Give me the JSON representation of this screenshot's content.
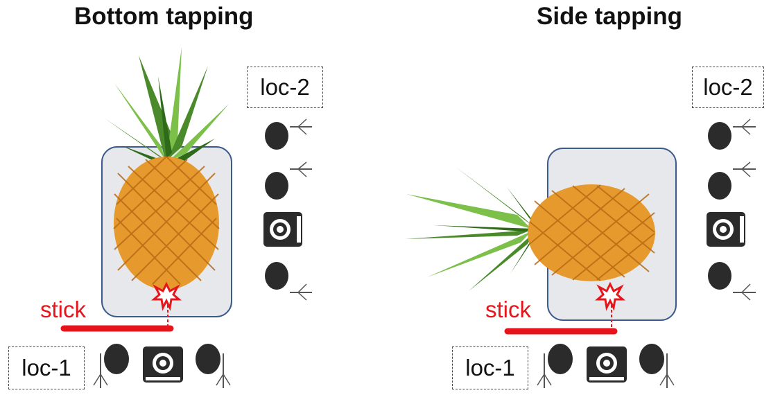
{
  "panels": [
    {
      "title": "Bottom tapping",
      "loc_top": "loc-2",
      "loc_bottom": "loc-1",
      "stick_label": "stick"
    },
    {
      "title": "Side tapping",
      "loc_top": "loc-2",
      "loc_bottom": "loc-1",
      "stick_label": "stick"
    }
  ],
  "colors": {
    "stick": "#e8141b",
    "frame_border": "#3c5a8c",
    "frame_fill": "#e6e8ec",
    "fruit": "#e69a2e",
    "fruit_dark": "#b86a12",
    "leaf": "#4a8a2a",
    "leaf_light": "#7cc04a",
    "device": "#2b2b2b"
  },
  "icons": [
    "pineapple-icon",
    "microphone-icon",
    "camera-icon",
    "tap-point-icon"
  ]
}
